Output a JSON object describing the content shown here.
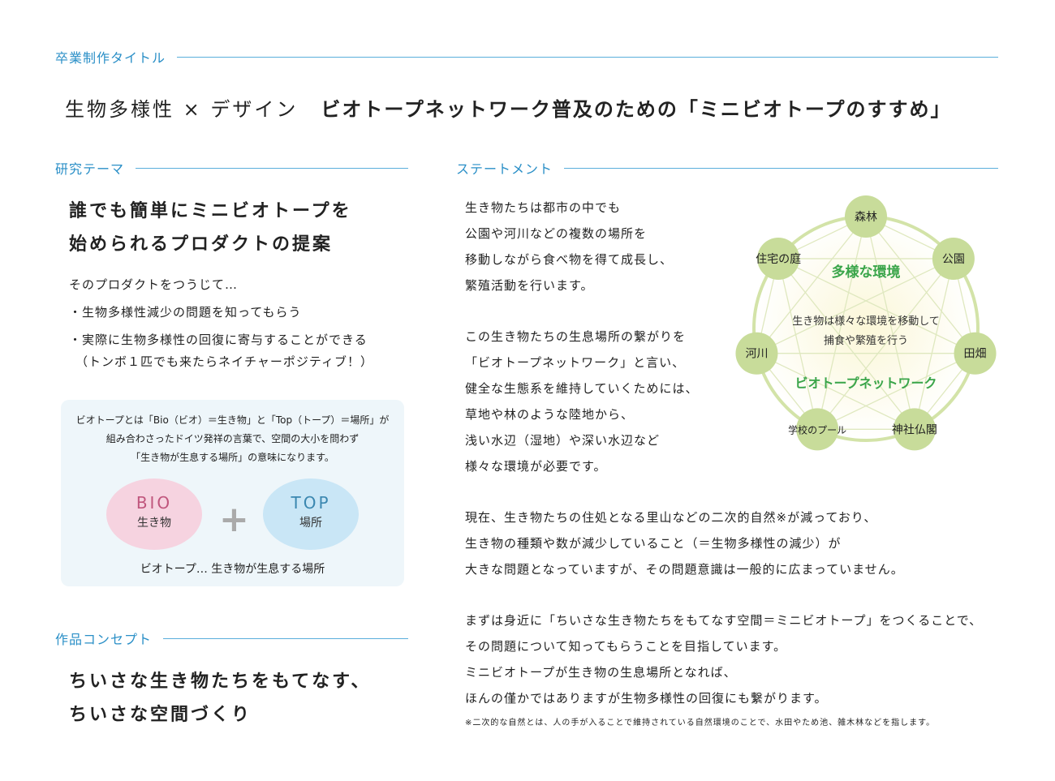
{
  "header": {
    "label": "卒業制作タイトル",
    "subtitle": "生物多様性 × デザイン",
    "title": "ビオトープネットワーク普及のための「ミニビオトープのすすめ」"
  },
  "research": {
    "heading": "研究テーマ",
    "lead": [
      "誰でも簡単にミニビオトープを",
      "始められるプロダクトの提案"
    ],
    "intro": "そのプロダクトをつうじて…",
    "bullets": [
      "・生物多様性減少の問題を知ってもらう",
      "・実際に生物多様性の回復に寄与することができる"
    ],
    "note": "（トンボ１匹でも来たらネイチャーポジティブ！）"
  },
  "biotope_box": {
    "explanation": [
      "ビオトープとは「Bio（ビオ）＝生き物」と「Top（トープ）＝場所」が",
      "組み合わさったドイツ発祥の言葉で、空間の大小を問わず",
      "「生き物が生息する場所」の意味になります。"
    ],
    "bio_en": "BIO",
    "bio_jp": "生き物",
    "plus": "+",
    "top_en": "TOP",
    "top_jp": "場所",
    "summary": "ビオトープ… 生き物が生息する場所"
  },
  "concept": {
    "heading": "作品コンセプト",
    "lead": [
      "ちいさな生き物たちをもてなす、",
      "ちいさな空間づくり"
    ]
  },
  "statement": {
    "heading": "ステートメント",
    "para1": [
      "生き物たちは都市の中でも",
      "公園や河川などの複数の場所を",
      "移動しながら食べ物を得て成長し、",
      "繁殖活動を行います。"
    ],
    "para2": [
      "この生き物たちの生息場所の繋がりを",
      "「ビオトープネットワーク」と言い、",
      "健全な生態系を維持していくためには、",
      "草地や林のような陸地から、",
      "浅い水辺（湿地）や深い水辺など",
      "様々な環境が必要です。"
    ],
    "para3": [
      "現在、生き物たちの住処となる里山などの二次的自然※が減っており、",
      "生き物の種類や数が減少していること（＝生物多様性の減少）が",
      "大きな問題となっていますが、その問題意識は一般的に広まっていません。"
    ],
    "para4": [
      "まずは身近に「ちいさな生き物たちをもてなす空間＝ミニビオトープ」をつくることで、",
      "その問題について知ってもらうことを目指しています。",
      "ミニビオトープが生き物の生息場所となれば、",
      "ほんの僅かではありますが生物多様性の回復にも繋がります。"
    ],
    "footnote": "※二次的な自然とは、人の手が入ることで維持されている自然環境のことで、水田やため池、雑木林などを指します。"
  },
  "diagram": {
    "nodes": [
      "森林",
      "公園",
      "田畑",
      "神社仏閣",
      "学校のプール",
      "河川",
      "住宅の庭"
    ],
    "top_label": "多様な環境",
    "center": [
      "生き物は様々な環境を移動して",
      "捕食や繁殖を行う"
    ],
    "bottom_label": "ビオトープネットワーク",
    "colors": {
      "node": "#c8dc9a",
      "ring": "#d3e3a8",
      "accent": "#3aa54a"
    }
  }
}
